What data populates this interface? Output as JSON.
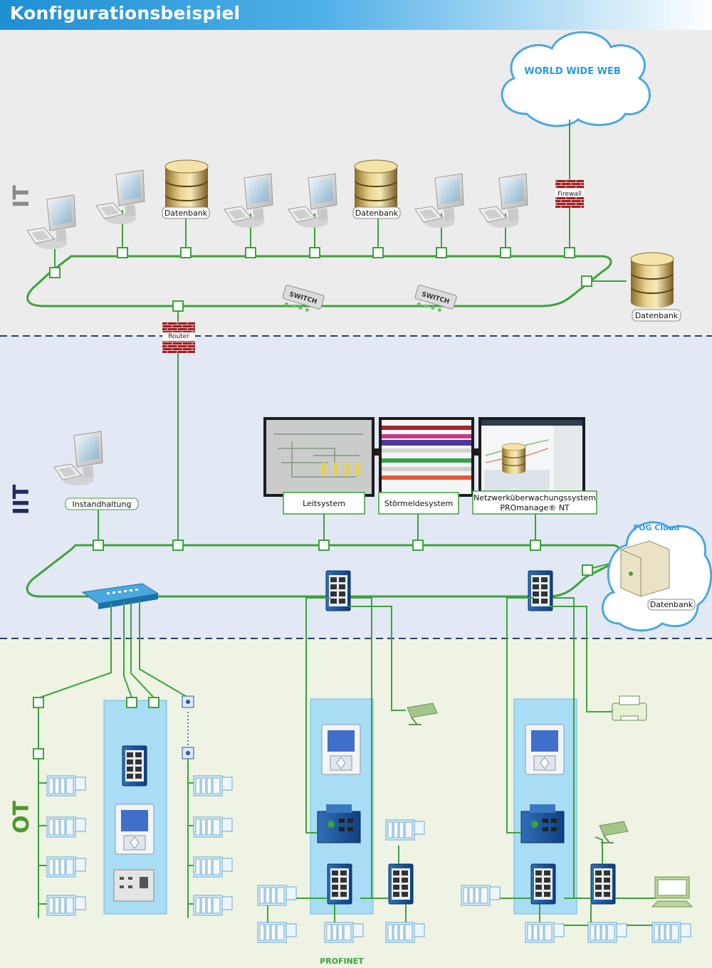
{
  "title": "Konfigurationsbeispiel",
  "zones": {
    "it": "IT",
    "iit": "IIT",
    "ot": "OT"
  },
  "labels": {
    "www": "WORLD WIDE WEB",
    "firewall": "Firewall",
    "router": "Router",
    "datenbank": "Datenbank",
    "switch": "SWITCH",
    "instandhaltung": "Instandhaltung",
    "leitsystem": "Leitsystem",
    "stoermeldesystem": "Störmeldesystem",
    "nms_line1": "Netzwerküberwachungssystem",
    "nms_line2": "PROmanage® NT",
    "fog_cloud": "FOG Cloud",
    "profinet": "PROFINET"
  },
  "colors": {
    "line": "#3ca33a",
    "it_bg": "#ececec",
    "iit_bg": "#e3e8f5",
    "ot_bg": "#eef3e4",
    "cabinet": "#a9ddf5",
    "firewall": "#9c1f24",
    "zone_it": "#8a8a8a",
    "zone_iit": "#1f2c5e",
    "zone_ot": "#4f9a2a"
  }
}
